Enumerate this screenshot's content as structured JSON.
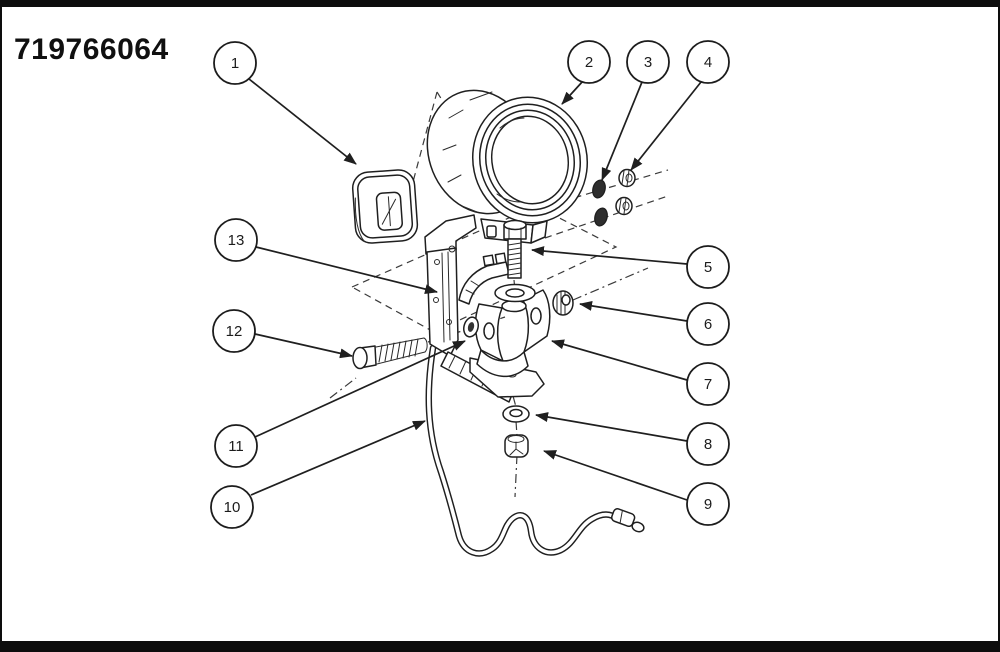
{
  "window": {
    "title_code": "719766064"
  },
  "diagram": {
    "callouts": [
      {
        "label": "1"
      },
      {
        "label": "2"
      },
      {
        "label": "3"
      },
      {
        "label": "4"
      },
      {
        "label": "5"
      },
      {
        "label": "6"
      },
      {
        "label": "7"
      },
      {
        "label": "8"
      },
      {
        "label": "9"
      },
      {
        "label": "10"
      },
      {
        "label": "11"
      },
      {
        "label": "12"
      },
      {
        "label": "13"
      }
    ]
  },
  "colors": {
    "background": "#ffffff",
    "line": "#1f1f1f",
    "letterbox": "#0d0d0d"
  }
}
